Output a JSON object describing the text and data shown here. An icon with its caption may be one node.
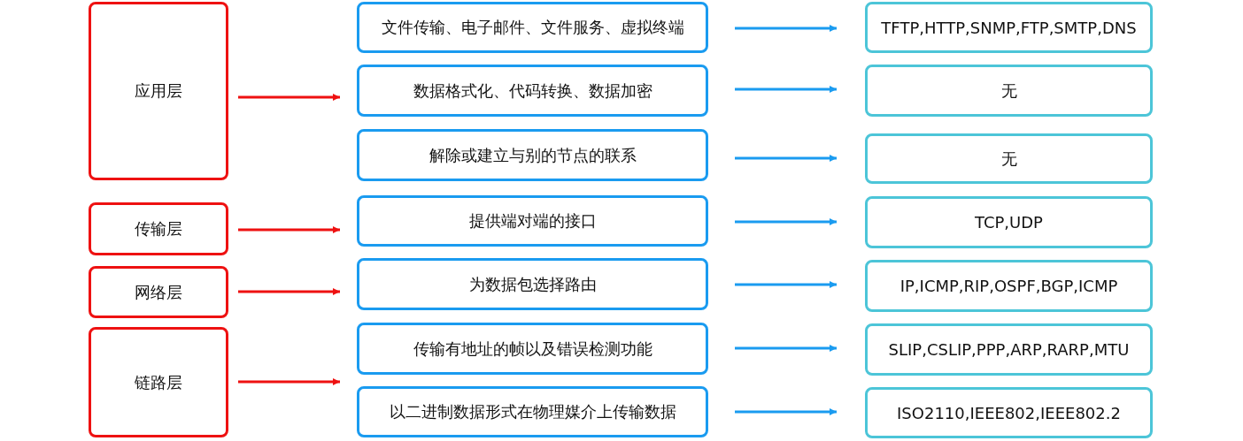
{
  "diagram": {
    "nodes": [
      {
        "text": [
          "应用层"
        ]
      },
      {
        "text": [
          "传输层"
        ]
      },
      {
        "text": [
          "网络层"
        ]
      },
      {
        "text": [
          "链路层"
        ]
      },
      {
        "text": [
          "文件传输、电子邮件、文件服务、虚拟终端"
        ]
      },
      {
        "text": [
          "数据格式化、代码转换、数据加密"
        ]
      },
      {
        "text": [
          "解除或建立与别的节点的联系"
        ]
      },
      {
        "text": [
          "提供端对端的接口"
        ]
      },
      {
        "text": [
          "为数据包选择路由"
        ]
      },
      {
        "text": [
          "传输有地址的帧以及错误检测功能"
        ]
      },
      {
        "text": [
          "以二进制数据形式在物理媒介上传输数据"
        ]
      },
      {
        "text": [
          "TFTP,HTTP,SNMP,FTP,SMTP,DNS"
        ]
      },
      {
        "text": [
          "无"
        ]
      },
      {
        "text": [
          "无"
        ]
      },
      {
        "text": [
          "TCP,UDP"
        ]
      },
      {
        "text": [
          "IP,ICMP,RIP,OSPF,BGP,ICMP"
        ]
      },
      {
        "text": [
          "SLIP,CSLIP,PPP,ARP,RARP,MTU"
        ]
      },
      {
        "text": [
          "ISO2110,IEEE802,IEEE802.2"
        ]
      }
    ],
    "edges": [
      {
        "from": 0,
        "to": 5,
        "arrow": "to",
        "color": "#ee1111"
      },
      {
        "from": 1,
        "to": 7,
        "arrow": "to",
        "color": "#ee1111"
      },
      {
        "from": 2,
        "to": 8,
        "arrow": "to",
        "color": "#ee1111"
      },
      {
        "from": 3,
        "to": 10,
        "arrow": "to",
        "color": "#ee1111"
      },
      {
        "from": 4,
        "to": 11,
        "arrow": "to"
      },
      {
        "from": 5,
        "to": 12,
        "arrow": "to"
      },
      {
        "from": 6,
        "to": 13,
        "arrow": "to"
      },
      {
        "from": 7,
        "to": 14,
        "arrow": "to"
      },
      {
        "from": 8,
        "to": 15,
        "arrow": "to"
      },
      {
        "from": 9,
        "to": 16,
        "arrow": "to"
      },
      {
        "from": 10,
        "to": 17,
        "arrow": "to"
      }
    ]
  }
}
